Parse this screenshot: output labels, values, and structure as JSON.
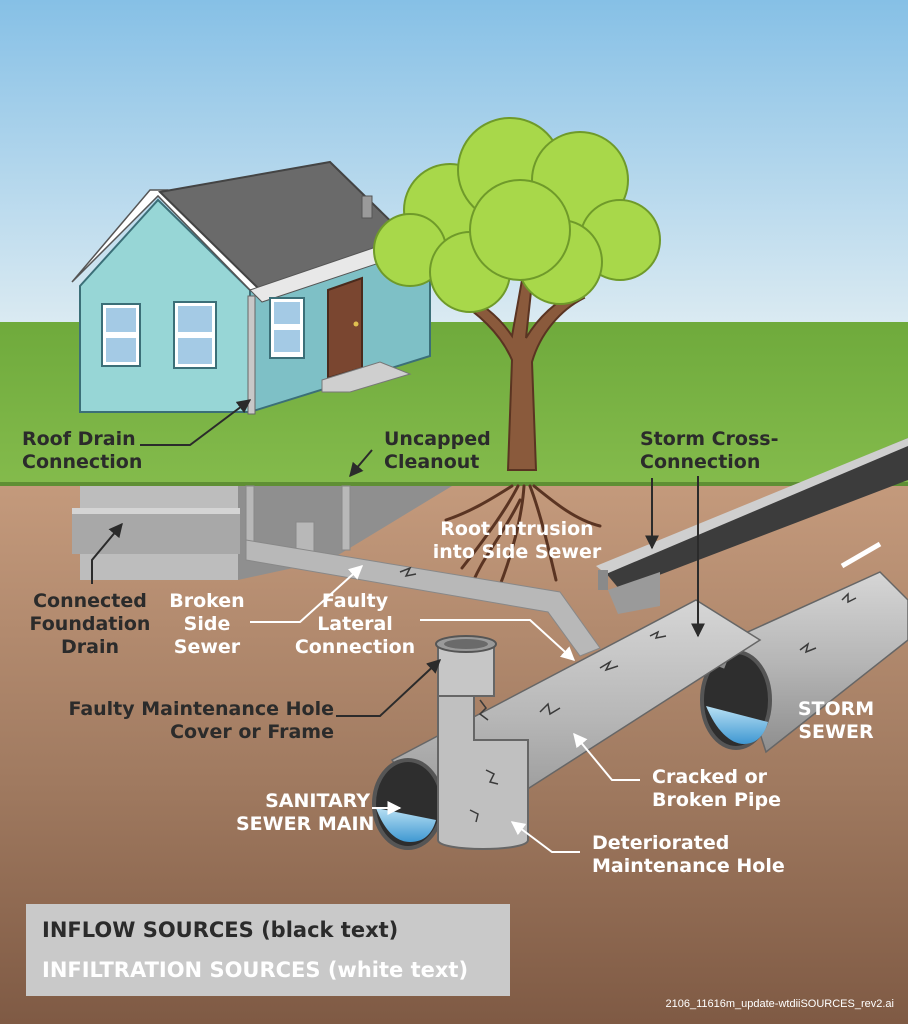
{
  "labels": {
    "roof_drain": [
      "Roof Drain",
      "Connection"
    ],
    "uncapped_cleanout": [
      "Uncapped",
      "Cleanout"
    ],
    "storm_cross": [
      "Storm Cross-",
      "Connection"
    ],
    "root_intrusion": [
      "Root Intrusion",
      "into Side Sewer"
    ],
    "foundation_drain": [
      "Connected",
      "Foundation",
      "Drain"
    ],
    "broken_side_sewer": [
      "Broken",
      "Side",
      "Sewer"
    ],
    "faulty_lateral": [
      "Faulty",
      "Lateral",
      "Connection"
    ],
    "maintenance_cover": [
      "Faulty Maintenance Hole",
      "Cover or Frame"
    ],
    "storm_sewer": [
      "STORM",
      "SEWER"
    ],
    "cracked_pipe": [
      "Cracked or",
      "Broken Pipe"
    ],
    "sanitary_main": [
      "SANITARY",
      "SEWER MAIN"
    ],
    "deteriorated_hole": [
      "Deteriorated",
      "Maintenance Hole"
    ]
  },
  "legend": {
    "inflow": "INFLOW SOURCES (black text)",
    "infiltration": "INFILTRATION SOURCES (white text)"
  },
  "credit": "2106_11616m_update-wtdiiSOURCES_rev2.ai",
  "colors": {
    "sky_top": "#86c0e6",
    "sky_bottom": "#dcebf2",
    "grass": "#74b043",
    "soil": "#a07a60",
    "house_wall": "#97d6d6",
    "roof": "#6a6a6a",
    "door": "#7a4630",
    "tree_foliage": "#a8d84a",
    "trunk": "#8a5a3c",
    "pipe": "#b9b9b9",
    "water": "#4aa0d6",
    "street": "#3c3c3c",
    "inflow_text": "#2b2b2b",
    "infiltration_text": "#ffffff"
  }
}
